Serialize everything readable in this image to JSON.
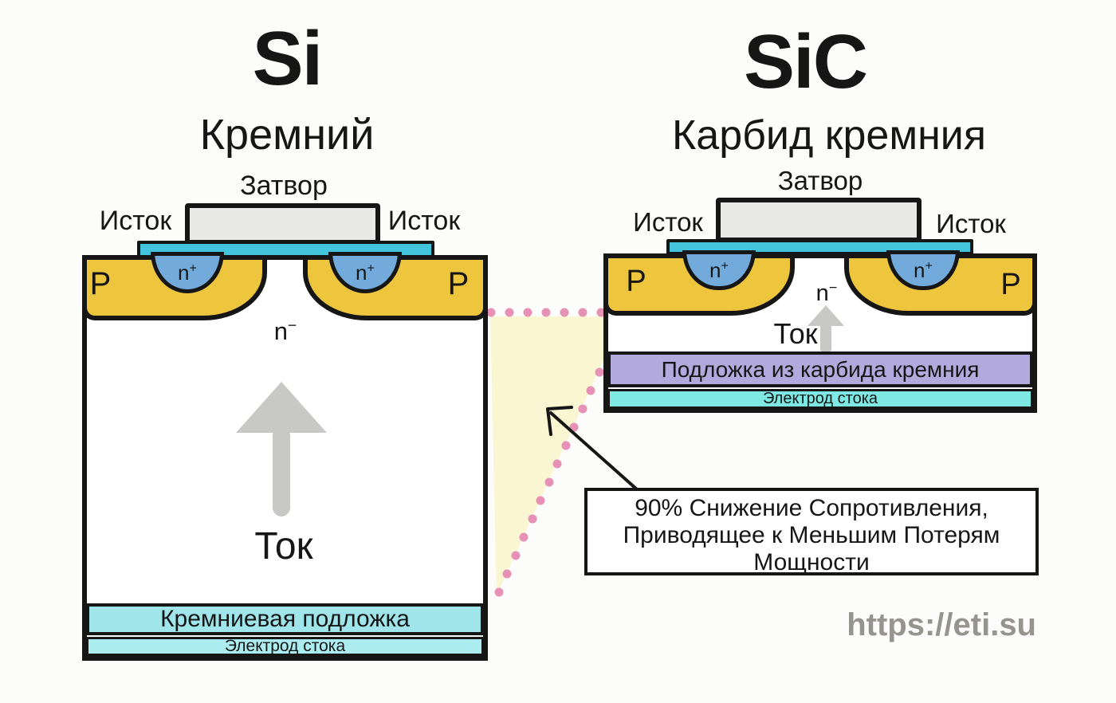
{
  "si": {
    "symbol": "Si",
    "name": "Кремний",
    "gate": "Затвор",
    "source_left": "Исток",
    "source_right": "Исток",
    "p_left": "P",
    "p_right": "P",
    "n_plus": {
      "base": "n",
      "sup": "+"
    },
    "n_minus": {
      "base": "n",
      "sup": "−"
    },
    "current": "Ток",
    "substrate": "Кремниевая подложка",
    "drain_electrode": "Электрод стока"
  },
  "sic": {
    "symbol": "SiC",
    "name": "Карбид кремния",
    "gate": "Затвор",
    "source_left": "Исток",
    "source_right": "Исток",
    "p_left": "P",
    "p_right": "P",
    "n_plus": {
      "base": "n",
      "sup": "+"
    },
    "n_minus": {
      "base": "n",
      "sup": "−"
    },
    "current": "Ток",
    "substrate": "Подложка из карбида кремния",
    "drain_electrode": "Электрод стока"
  },
  "callout": {
    "line1": "90% Снижение Сопротивления,",
    "line2": "Приводящее к Меньшим Потерям",
    "line3": "Мощности"
  },
  "watermark": "https://eti.su",
  "colors": {
    "bg": "#fcfcfa",
    "ink": "#161616",
    "p_region": "#eec63e",
    "n_plus": "#72aadb",
    "oxide_strip": "#41c4dc",
    "gate_fill": "#e8e8e6",
    "si_substrate": "#9fe5ea",
    "si_electrode": "#abedf0",
    "sic_substrate": "#b2aadc",
    "sic_electrode": "#7de9e2",
    "wedge": "#faf6d1",
    "dots": "#e691b5",
    "arrow_gray": "#c8c8c6",
    "watermark": "#96948f"
  }
}
